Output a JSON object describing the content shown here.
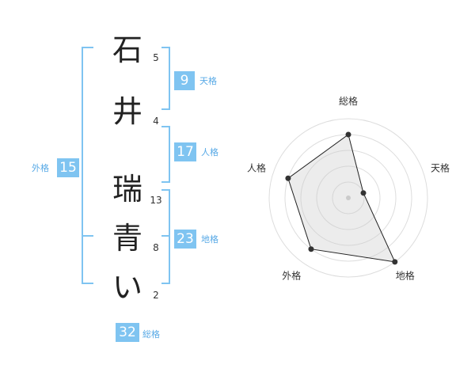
{
  "name": {
    "characters": [
      {
        "char": "石",
        "strokes": "5"
      },
      {
        "char": "井",
        "strokes": "4"
      },
      {
        "char": "瑞",
        "strokes": "13"
      },
      {
        "char": "青",
        "strokes": "8"
      },
      {
        "char": "い",
        "strokes": "2"
      }
    ]
  },
  "fortunes": {
    "tenkaku": {
      "value": "9",
      "label": "天格"
    },
    "jinkaku": {
      "value": "17",
      "label": "人格"
    },
    "chikaku": {
      "value": "23",
      "label": "地格"
    },
    "gaikaku": {
      "value": "15",
      "label": "外格"
    },
    "soukaku": {
      "value": "32",
      "label": "総格"
    }
  },
  "colors": {
    "accent": "#7fc4f1",
    "label": "#57a9e6",
    "bracket": "#7fc4f1"
  },
  "chart_data": {
    "type": "radar",
    "axes": [
      "総格",
      "天格",
      "地格",
      "外格",
      "人格"
    ],
    "values": [
      4,
      1,
      5,
      4,
      4
    ],
    "rmax": 5,
    "rings": 5
  }
}
